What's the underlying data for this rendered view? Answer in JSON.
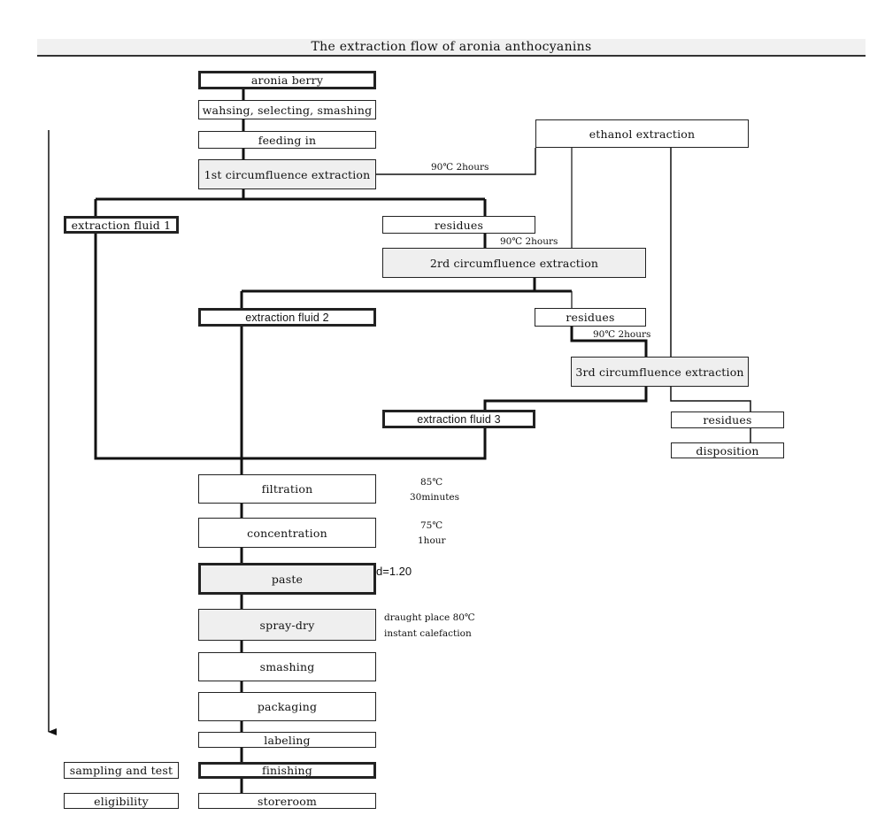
{
  "title": "The extraction flow of aronia anthocyanins",
  "nodes": {
    "aronia_berry": "aronia berry",
    "washing": "wahsing, selecting, smashing",
    "feeding_in": "feeding in",
    "extraction_1": "1st circumfluence extraction",
    "ethanol_extraction": "ethanol extraction",
    "extraction_fluid_1": "extraction fluid 1",
    "residues_1": "residues",
    "extraction_2": "2rd circumfluence extraction",
    "extraction_fluid_2": "extraction fluid 2",
    "residues_2": "residues",
    "extraction_3": "3rd circumfluence extraction",
    "extraction_fluid_3": "extraction fluid 3",
    "residues_3": "residues",
    "disposition": "disposition",
    "filtration": "filtration",
    "concentration": "concentration",
    "paste": "paste",
    "spray_dry": "spray-dry",
    "smashing": "smashing",
    "packaging": "packaging",
    "labeling": "labeling",
    "finishing": "finishing",
    "storeroom": "storeroom",
    "sampling_and_test": "sampling and test",
    "eligibility": "eligibility"
  },
  "notes": {
    "cond_1": "90℃ 2hours",
    "cond_2": "90℃ 2hours",
    "cond_3": "90℃ 2hours",
    "filtration_temp": "85℃",
    "filtration_time": "30minutes",
    "concentration_temp": "75℃",
    "concentration_time": "1hour",
    "paste_density": "d=1.20",
    "spray_line_1": "draught place 80℃",
    "spray_line_2": "instant calefaction"
  }
}
